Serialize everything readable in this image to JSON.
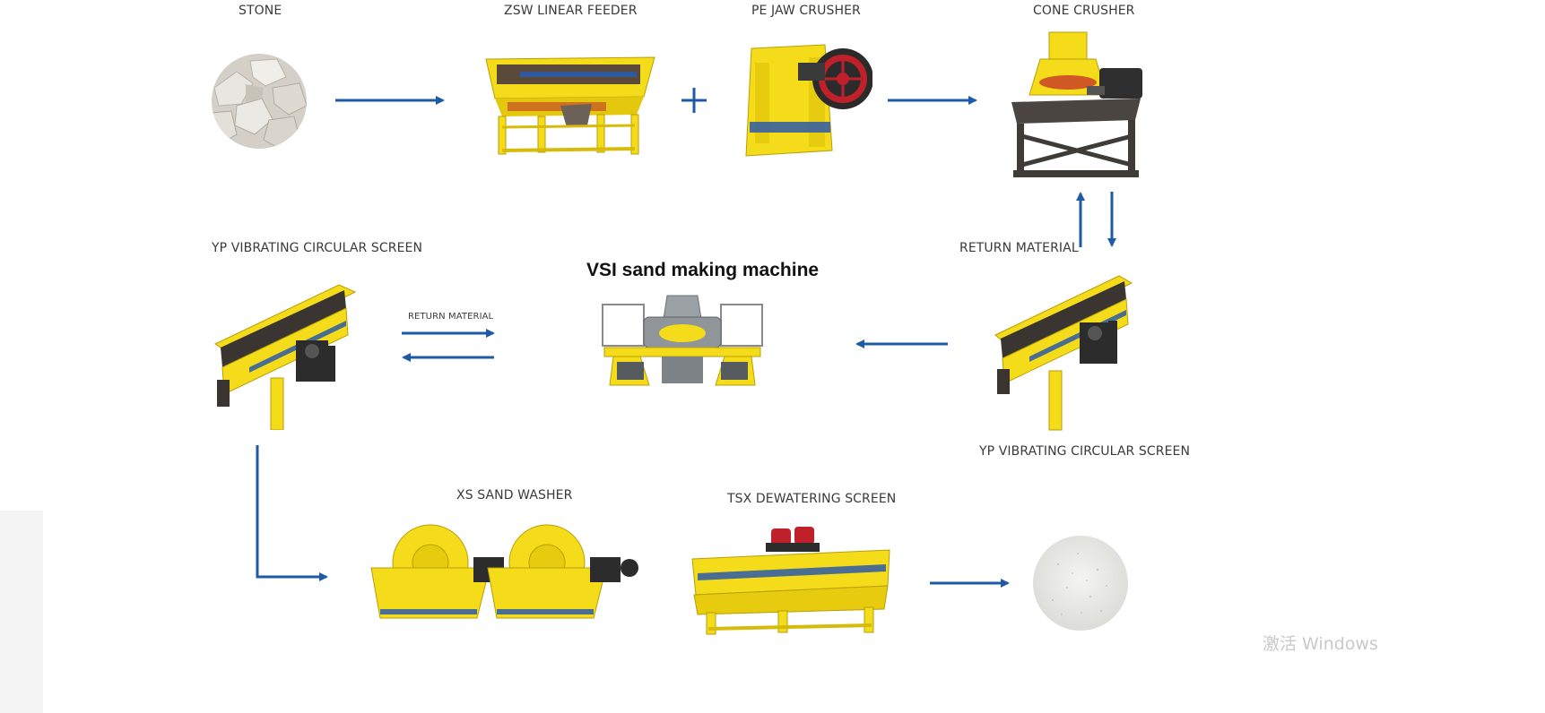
{
  "diagram": {
    "title": "VSI sand making machine",
    "stages": [
      {
        "id": "stone",
        "label": "STONE"
      },
      {
        "id": "zsw-linear-feeder",
        "label": "ZSW LINEAR FEEDER"
      },
      {
        "id": "pe-jaw-crusher",
        "label": "PE JAW CRUSHER"
      },
      {
        "id": "cone-crusher",
        "label": "CONE CRUSHER"
      },
      {
        "id": "yp-screen-right",
        "label": "YP VIBRATING CIRCULAR SCREEN"
      },
      {
        "id": "yp-screen-left",
        "label": "YP VIBRATING CIRCULAR SCREEN"
      },
      {
        "id": "xs-sand-washer",
        "label": "XS SAND WASHER"
      },
      {
        "id": "tsx-dewatering-screen",
        "label": "TSX DEWATERING SCREEN"
      }
    ],
    "return_labels": [
      "RETURN MATERIAL",
      "RETURN MATERIAL"
    ],
    "plus_sign": "+",
    "arrow_color": "#1f5aa6",
    "machine_color": "#f5dc1a"
  },
  "os_overlay": {
    "text": "激活 Windows"
  }
}
